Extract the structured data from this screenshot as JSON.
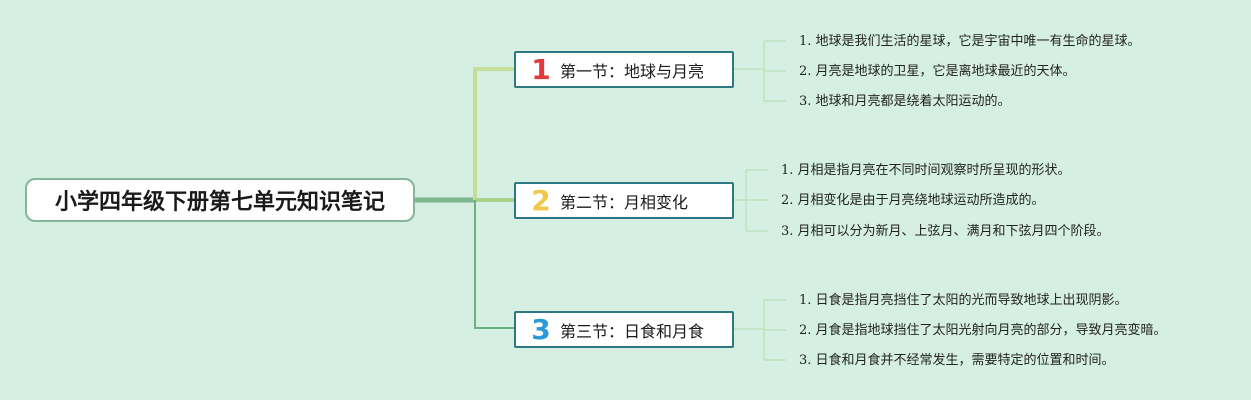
{
  "root": {
    "title": "小学四年级下册第七单元知识笔记"
  },
  "sections": [
    {
      "number": "1",
      "title": "第一节：地球与月亮",
      "number_color": "#e0393e",
      "items": [
        "1. 地球是我们生活的星球，它是宇宙中唯一有生命的星球。",
        "2. 月亮是地球的卫星，它是离地球最近的天体。",
        "3. 地球和月亮都是绕着太阳运动的。"
      ]
    },
    {
      "number": "2",
      "title": "第二节：月相变化",
      "number_color": "#f1c84b",
      "items": [
        "1. 月相是指月亮在不同时间观察时所呈现的形状。",
        "2. 月相变化是由于月亮绕地球运动所造成的。",
        "3. 月相可以分为新月、上弦月、满月和下弦月四个阶段。"
      ]
    },
    {
      "number": "3",
      "title": "第三节：日食和月食",
      "number_color": "#2b9ad8",
      "items": [
        "1. 日食是指月亮挡住了太阳的光而导致地球上出现阴影。",
        "2. 月食是指地球挡住了太阳光射向月亮的部分，导致月亮变暗。",
        "3. 日食和月食并不经常发生，需要特定的位置和时间。"
      ]
    }
  ],
  "colors": {
    "background": "#d5efe2",
    "branch_top": "#c5df9a",
    "branch_mid": "#a9d28c",
    "branch_bottom": "#6fae7e",
    "leaf_connector": "#b9e0b8"
  }
}
